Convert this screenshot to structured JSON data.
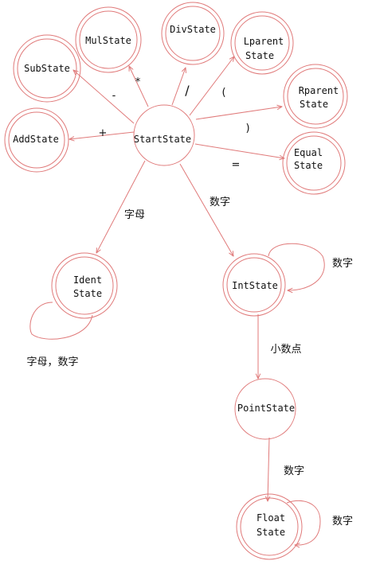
{
  "colors": {
    "stroke": "#e07a7a",
    "text": "#111111",
    "background": "#ffffff"
  },
  "states": {
    "mul": {
      "line1": "MulState",
      "line2": "",
      "accepting": true
    },
    "div": {
      "line1": "DivState",
      "line2": "",
      "accepting": true
    },
    "lparen": {
      "line1": "Lparent",
      "line2": "State",
      "accepting": true
    },
    "sub": {
      "line1": "SubState",
      "line2": "",
      "accepting": true
    },
    "rparen": {
      "line1": "Rparent",
      "line2": "State",
      "accepting": true
    },
    "add": {
      "line1": "AddState",
      "line2": "",
      "accepting": true
    },
    "start": {
      "line1": "StartState",
      "line2": "",
      "accepting": false
    },
    "equal": {
      "line1": "Equal",
      "line2": "State",
      "accepting": true
    },
    "ident": {
      "line1": "Ident",
      "line2": "State",
      "accepting": true
    },
    "int": {
      "line1": "IntState",
      "line2": "",
      "accepting": true
    },
    "point": {
      "line1": "PointState",
      "line2": "",
      "accepting": false
    },
    "float": {
      "line1": "Float",
      "line2": "State",
      "accepting": true
    }
  },
  "transitions": {
    "start_mul": {
      "label": "*"
    },
    "start_div": {
      "label": "/"
    },
    "start_lparen": {
      "label": "("
    },
    "start_sub": {
      "label": "-"
    },
    "start_rparen": {
      "label": ")"
    },
    "start_add": {
      "label": "+"
    },
    "start_equal": {
      "label": "="
    },
    "start_ident": {
      "label": "字母"
    },
    "start_int": {
      "label": "数字"
    },
    "int_loop": {
      "label": "数字"
    },
    "ident_loop": {
      "label": "字母，数字"
    },
    "int_point": {
      "label": "小数点"
    },
    "point_float": {
      "label": "数字"
    },
    "float_loop": {
      "label": "数字"
    }
  }
}
